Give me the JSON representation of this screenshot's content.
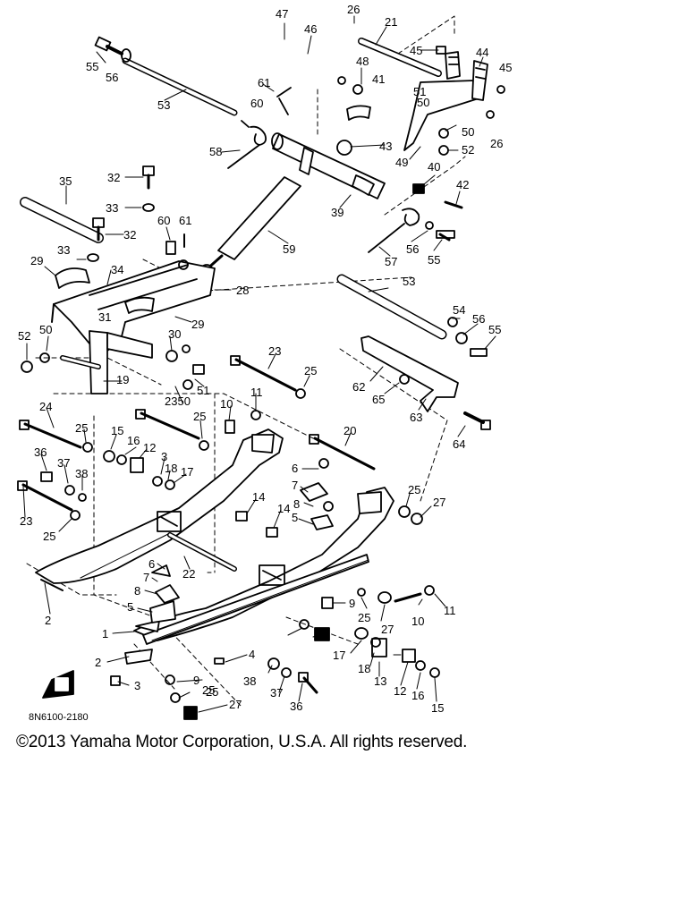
{
  "diagram": {
    "figure_code": "8N6100-2180",
    "callouts": [
      "47",
      "26",
      "21",
      "46",
      "55",
      "56",
      "45",
      "44",
      "45",
      "48",
      "41",
      "51",
      "50",
      "53",
      "61",
      "60",
      "58",
      "43",
      "26",
      "50",
      "52",
      "49",
      "40",
      "42",
      "35",
      "32",
      "33",
      "32",
      "60",
      "61",
      "59",
      "39",
      "56",
      "55",
      "57",
      "29",
      "34",
      "33",
      "28",
      "31",
      "29",
      "52",
      "50",
      "30",
      "53",
      "54",
      "56",
      "55",
      "62",
      "65",
      "63",
      "64",
      "23",
      "25",
      "51",
      "2350",
      "19",
      "10",
      "11",
      "24",
      "25",
      "25",
      "20",
      "15",
      "16",
      "12",
      "3",
      "18",
      "17",
      "36",
      "37",
      "38",
      "6",
      "7",
      "8",
      "14",
      "14",
      "25",
      "27",
      "23",
      "25",
      "5",
      "6",
      "22",
      "7",
      "8",
      "9",
      "5",
      "2",
      "1",
      "25",
      "27",
      "4",
      "10",
      "11",
      "2",
      "3",
      "9",
      "25",
      "17",
      "18",
      "13",
      "12",
      "16",
      "15",
      "38",
      "37",
      "36",
      "27",
      "25"
    ]
  },
  "footer": {
    "copyright": "©2013 Yamaha Motor Corporation, U.S.A. All rights reserved."
  }
}
